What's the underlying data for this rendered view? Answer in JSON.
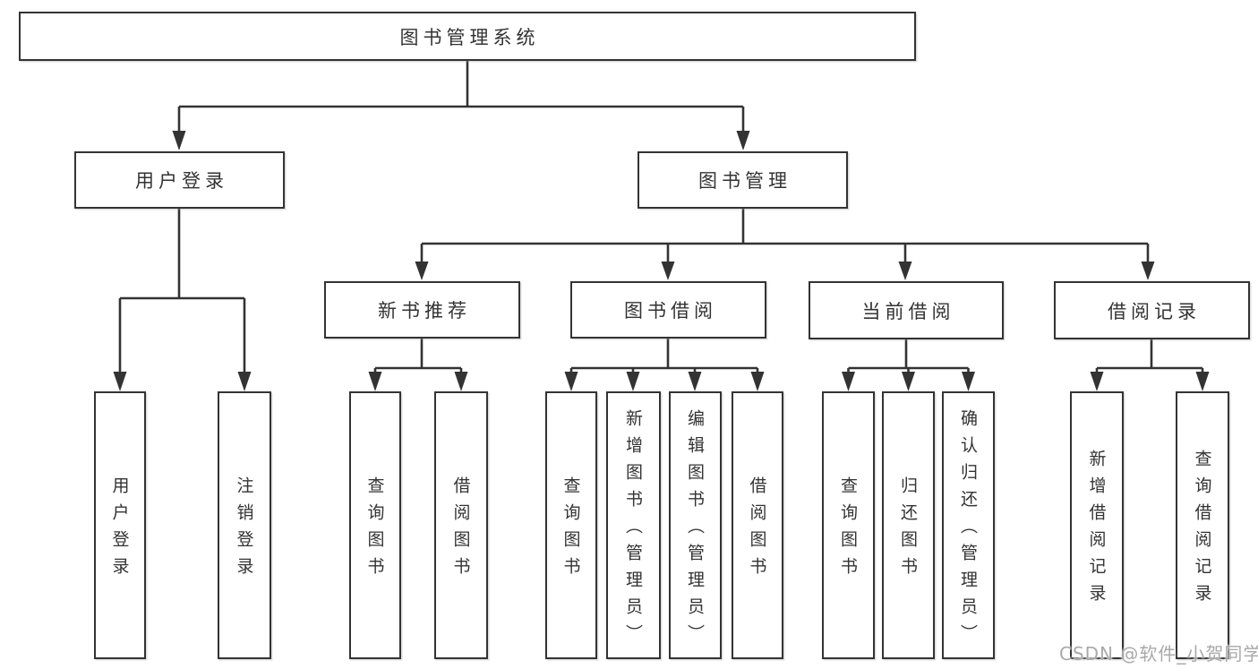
{
  "colors": {
    "background": "#ffffff",
    "line": "#333333",
    "box_border": "#333333",
    "text": "#333333",
    "watermark": "#a9a9a9"
  },
  "diagram": {
    "root": "图书管理系统",
    "branches": {
      "user_login": {
        "label": "用户登录",
        "children": [
          "用户登录",
          "注销登录"
        ]
      },
      "book_mgmt": {
        "label": "图书管理",
        "sections": {
          "new_books": {
            "label": "新书推荐",
            "children": [
              "查询图书",
              "借阅图书"
            ]
          },
          "borrow": {
            "label": "图书借阅",
            "children": [
              "查询图书",
              "新增图书（管理员）",
              "编辑图书（管理员）",
              "借阅图书"
            ]
          },
          "current": {
            "label": "当前借阅",
            "children": [
              "查询图书",
              "归还图书",
              "确认归还（管理员）"
            ]
          },
          "records": {
            "label": "借阅记录",
            "children": [
              "新增借阅记录",
              "查询借阅记录"
            ]
          }
        }
      }
    },
    "watermark": "CSDN @软件_小贺同学"
  }
}
